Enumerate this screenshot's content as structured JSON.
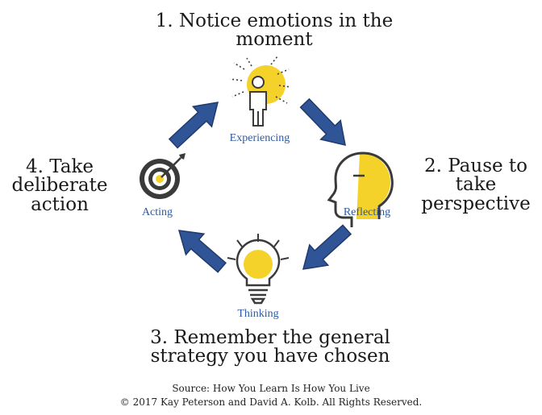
{
  "steps": {
    "top": [
      "1. Notice emotions in the",
      "moment"
    ],
    "right": [
      "2. Pause to",
      "take",
      "perspective"
    ],
    "bottom": [
      "3. Remember the general",
      "strategy you have chosen"
    ],
    "left": [
      "4. Take",
      "deliberate",
      "action"
    ]
  },
  "nodes": {
    "experiencing": "Experiencing",
    "reflecting": "Reflecting",
    "thinking": "Thinking",
    "acting": "Acting"
  },
  "source": {
    "line1": "Source:  How You Learn Is How You Live",
    "line2": "© 2017 Kay Peterson and David A. Kolb.  All Rights Reserved."
  },
  "colors": {
    "arrow": "#2f5597",
    "arrow_outline": "#1f3a6b",
    "label": "#2e5aa0",
    "accent": "#f4d22a",
    "icon": "#3a3a3a"
  },
  "icons": [
    "person-burst-icon",
    "head-profile-icon",
    "lightbulb-icon",
    "target-dart-icon"
  ]
}
